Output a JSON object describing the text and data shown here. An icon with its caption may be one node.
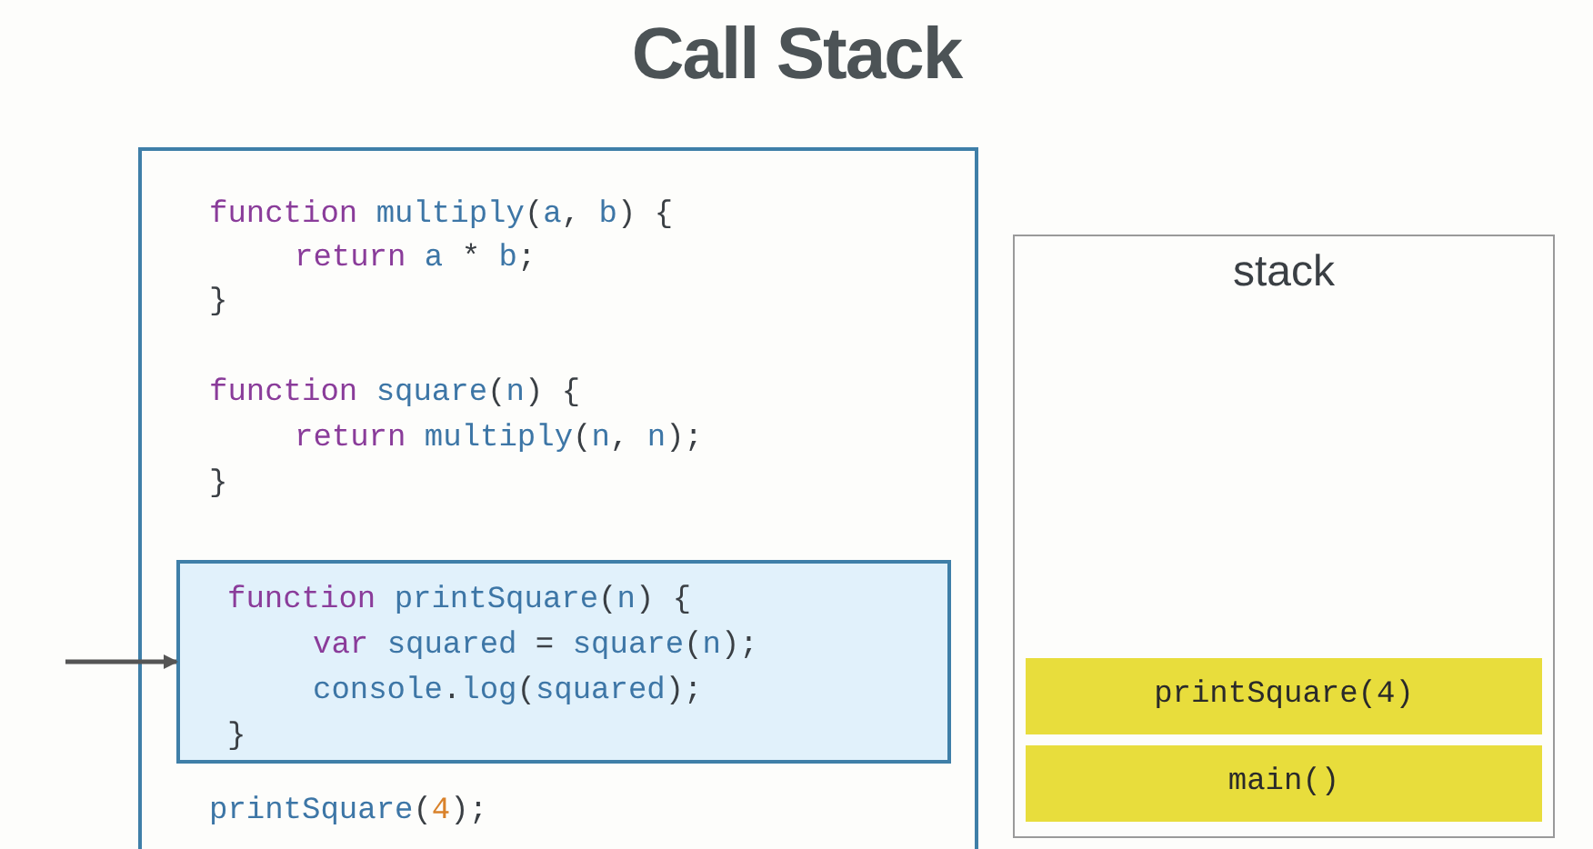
{
  "diagram": {
    "title": "Call Stack",
    "nodes": [
      {
        "text": [
          "function multiply(a, b) {",
          "return a * b;",
          "}",
          "function square(n) {",
          "return multiply(n, n);",
          "}",
          "printSquare(4);"
        ]
      },
      {
        "text": [
          "function printSquare(n) {",
          "var squared = square(n);",
          "console.log(squared);",
          "}"
        ],
        "in": 0
      },
      {
        "text": [
          "stack"
        ]
      },
      {
        "text": [
          "printSquare(4)"
        ],
        "in": 2
      },
      {
        "text": [
          "main()"
        ],
        "in": 2
      }
    ],
    "edges": [
      {
        "from": null,
        "to": 1,
        "arrow": "to"
      }
    ]
  }
}
